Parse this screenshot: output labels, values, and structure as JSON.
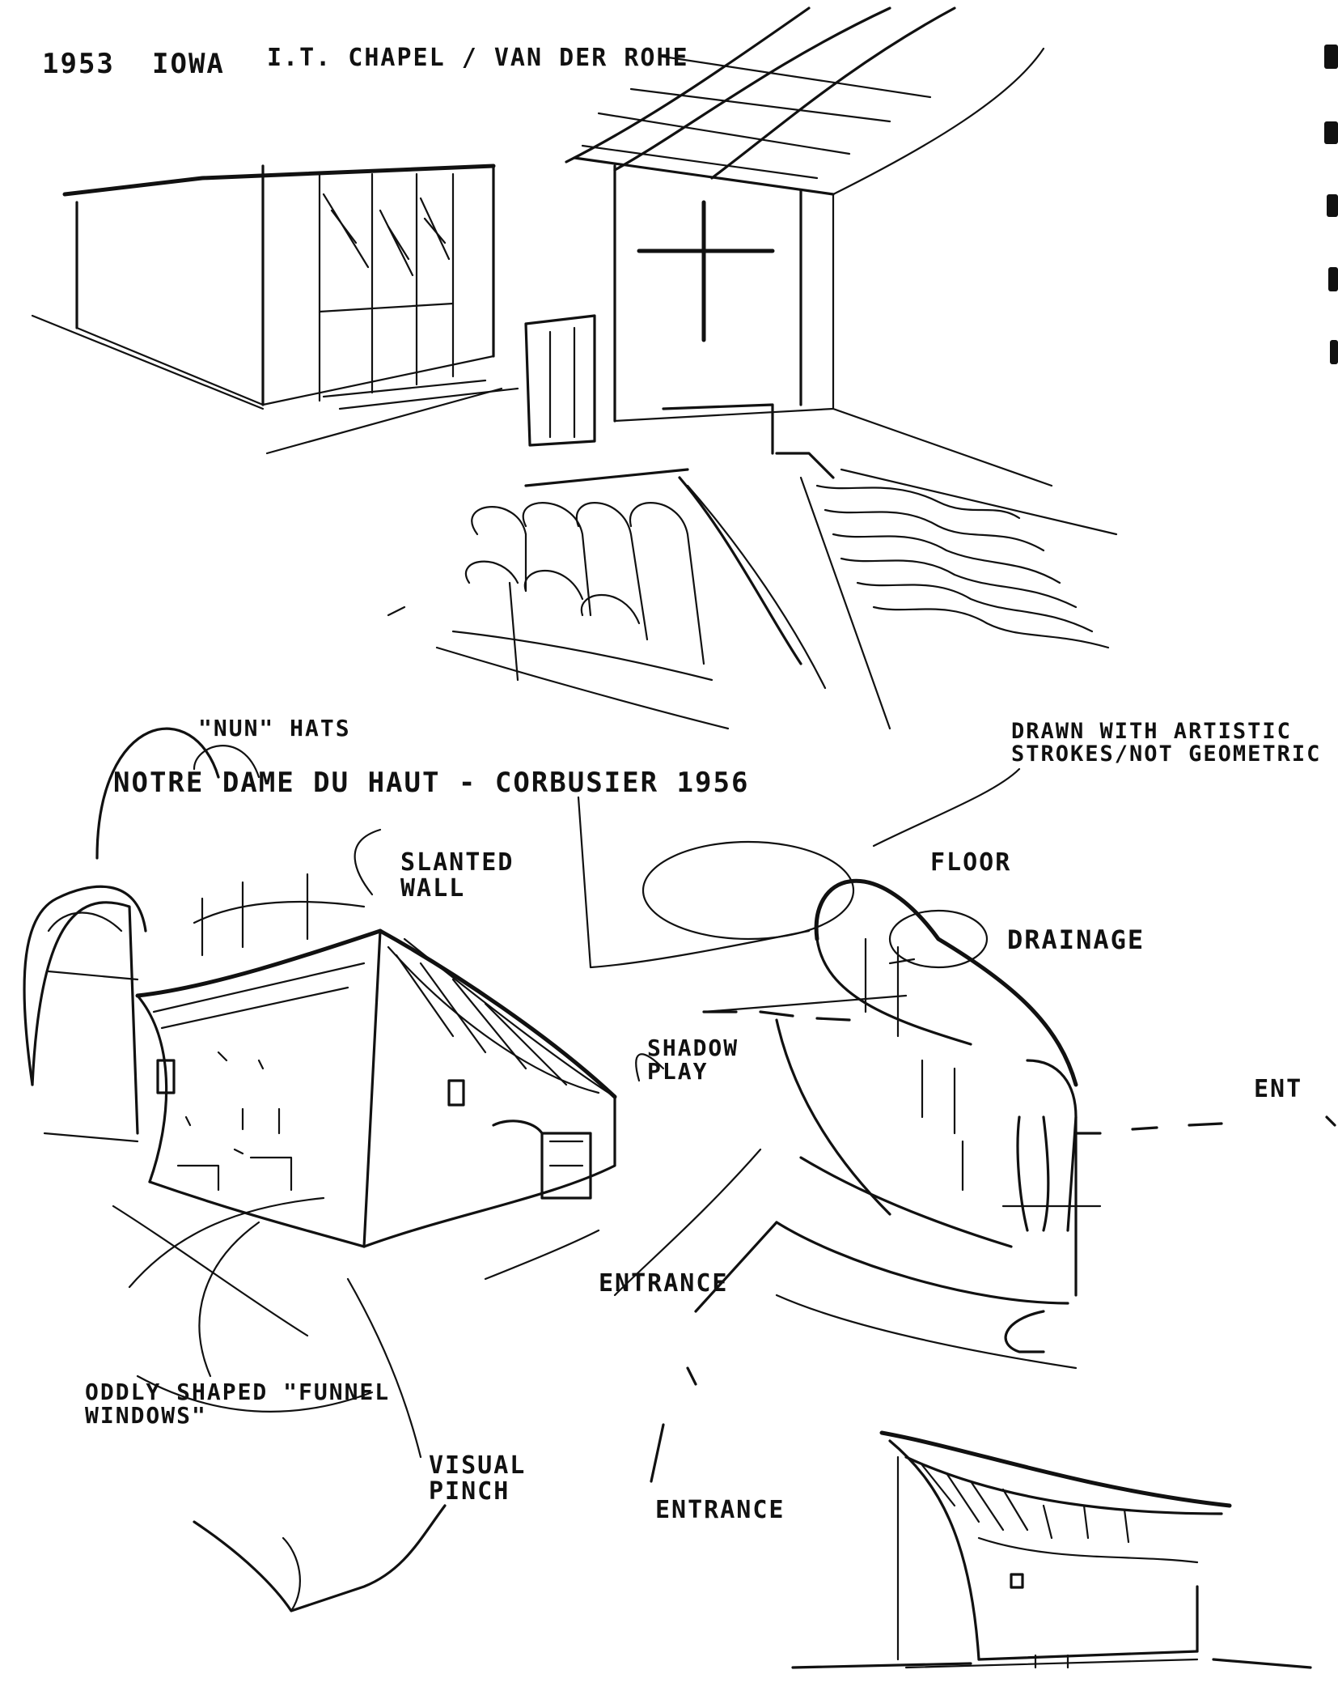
{
  "title_line": {
    "year": "1953",
    "state": "IOWA",
    "project": "I.T. CHAPEL / VAN DER ROHE"
  },
  "notre_dame": {
    "nun_hats": "\"NUN\" HATS",
    "title": "NOTRE DAME DU HAUT - CORBUSIER 1956",
    "drawn_with": "DRAWN WITH ARTISTIC STROKES/NOT GEOMETRIC",
    "slanted_wall": "SLANTED WALL",
    "floor": "FLOOR",
    "drainage": "DRAINAGE",
    "shadow_play": "SHADOW PLAY",
    "ent": "ENT",
    "entrance_1": "ENTRANCE",
    "oddly_shaped": "ODDLY SHAPED \"FUNNEL WINDOWS\"",
    "visual_pinch": "VISUAL PINCH",
    "entrance_2": "ENTRANCE"
  },
  "colors": {
    "ink": "#111111",
    "paper": "#ffffff"
  }
}
